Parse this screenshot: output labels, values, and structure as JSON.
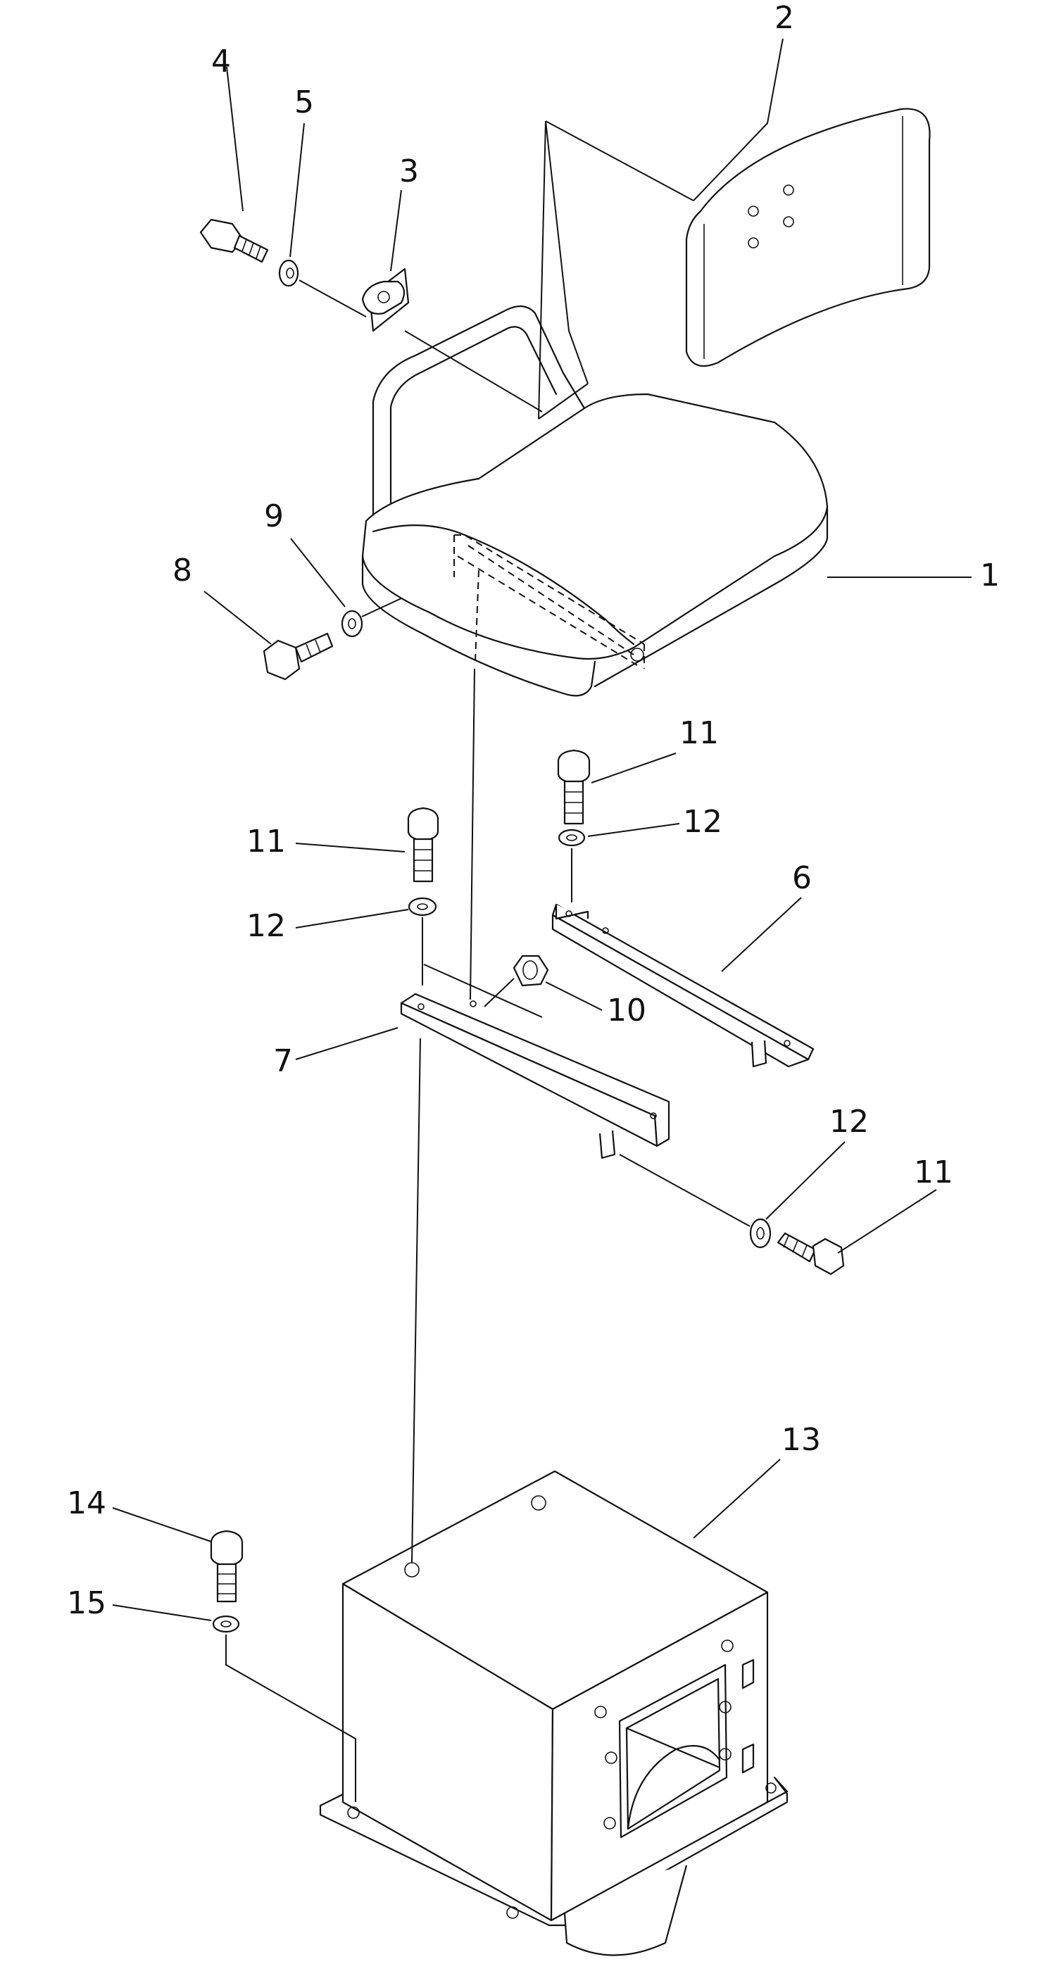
{
  "callouts": {
    "c1": "1",
    "c2": "2",
    "c3": "3",
    "c4": "4",
    "c5": "5",
    "c6": "6",
    "c7": "7",
    "c8": "8",
    "c9": "9",
    "c10": "10",
    "c11a": "11",
    "c11b": "11",
    "c11c": "11",
    "c12a": "12",
    "c12b": "12",
    "c12c": "12",
    "c13": "13",
    "c14": "14",
    "c15": "15"
  }
}
